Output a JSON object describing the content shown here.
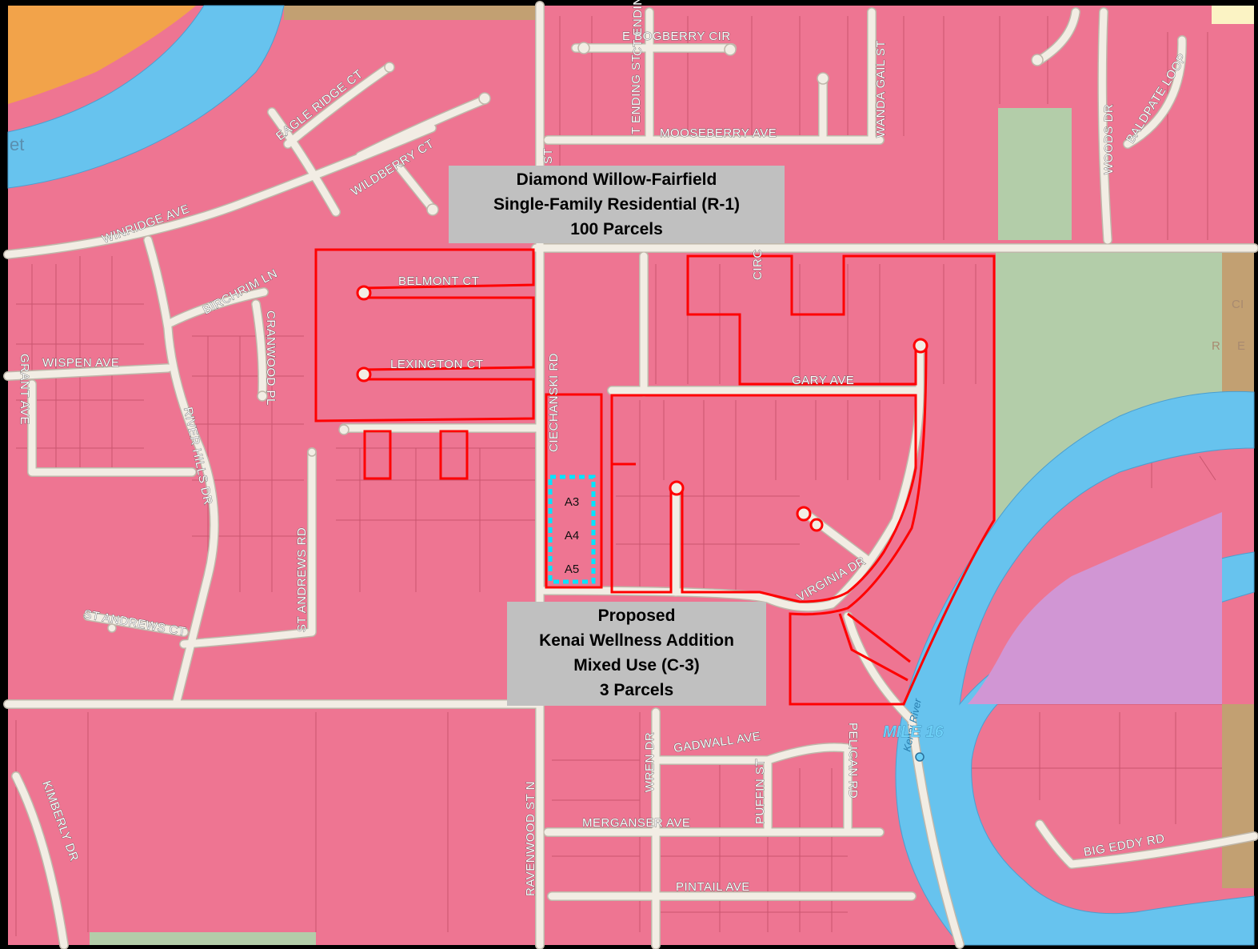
{
  "map": {
    "colors": {
      "frame": "#000000",
      "residential": "#ee7592",
      "parcel_line": "#c9556f",
      "road": "#f2ede4",
      "road_edge": "#bfb7aa",
      "river": "#67c3ee",
      "river_top": "#6aaed4",
      "green": "#b3cda9",
      "orange": "#f2a34a",
      "tan": "#c2a072",
      "purple": "#d196d4",
      "yellow": "#fbf3c4",
      "highlight": "#ff0000",
      "proposed_parcels": "#00e5ff",
      "callout_bg": "#c0c0c0"
    },
    "streets": {
      "e_bogberry_cir": "E BOGBERRY CIR",
      "wanda_gail_st": "WANDA GAIL ST",
      "baldpate_loop": "BALDPATE LOOP",
      "woods_dr": "WOODS DR",
      "eagle_ridge_ct": "EAGLE RIDGE CT",
      "wildberry_ct": "WILDBERRY CT",
      "winridge_ave": "WINRIDGE AVE",
      "mooseberry_ave": "MOOSEBERRY AVE",
      "tending_st": "T ENDING ST",
      "ct_ending_st": "CT ENDING ST",
      "st_partial": "ST",
      "birchrim_ln": "BIRCHRIM LN",
      "belmont_ct": "BELMONT CT",
      "circ": "CIRC",
      "lexington_ct": "LEXINGTON CT",
      "cranwood_pl": "CRANWOOD PL",
      "wispen_ave": "WISPEN AVE",
      "grant_ave": "GRANT AVE",
      "river_hills_dr": "RIVER HILLS DR",
      "ciechanski_rd": "CIECHANSKI RD",
      "gary_ave": "GARY AVE",
      "st_andrews_rd": "ST ANDREWS RD",
      "virginia_dr": "VIRGINIA DR",
      "st_andrews_ct": "ST ANDREWS CT",
      "gadwall_ave": "GADWALL AVE",
      "pelican_rd": "PELICAN RD",
      "wren_dr": "WREN DR",
      "puffin_st": "PUFFIN ST",
      "ravenwood_st_n": "RAVENWOOD ST N",
      "merganser_ave": "MERGANSER AVE",
      "big_eddy_rd": "BIG EDDY RD",
      "pintail_ave": "PINTAIL AVE",
      "kimberly_dr": "KIMBERLY DR"
    },
    "faint": {
      "left_edge": "et",
      "c": "C",
      "i": "I",
      "r": "R",
      "e": "E"
    },
    "river_label": "Kenai River",
    "mile_marker": "MILE 16",
    "parcels": [
      "A3",
      "A4",
      "A5"
    ],
    "callout_r1": {
      "line1": "Diamond Willow-Fairfield",
      "line2": "Single-Family Residential (R-1)",
      "line3": "100 Parcels"
    },
    "callout_c3": {
      "line1": "Proposed",
      "line2": "Kenai Wellness Addition",
      "line3": "Mixed Use (C-3)",
      "line4": "3 Parcels"
    }
  }
}
